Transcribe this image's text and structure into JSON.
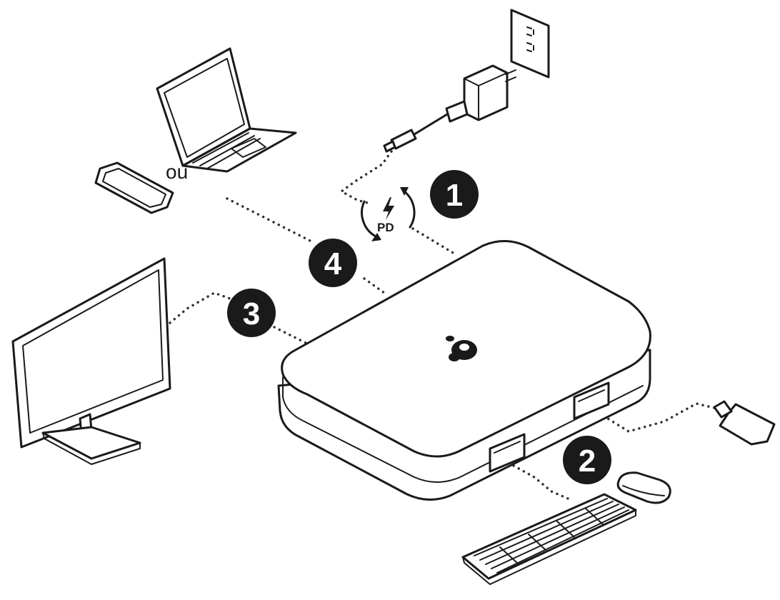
{
  "labels": {
    "or_text": "ou",
    "pd_text": "PD"
  },
  "steps": [
    {
      "number": "1",
      "target": "power"
    },
    {
      "number": "2",
      "target": "usb-peripherals"
    },
    {
      "number": "3",
      "target": "monitor"
    },
    {
      "number": "4",
      "target": "host-device"
    }
  ],
  "icons": [
    "wall-outlet-icon",
    "power-adapter-icon",
    "laptop-icon",
    "smartphone-icon",
    "monitor-icon",
    "docking-station-icon",
    "usb-flash-drive-icon",
    "mouse-icon",
    "keyboard-icon",
    "pd-charging-icon",
    "brand-logo-icon"
  ]
}
